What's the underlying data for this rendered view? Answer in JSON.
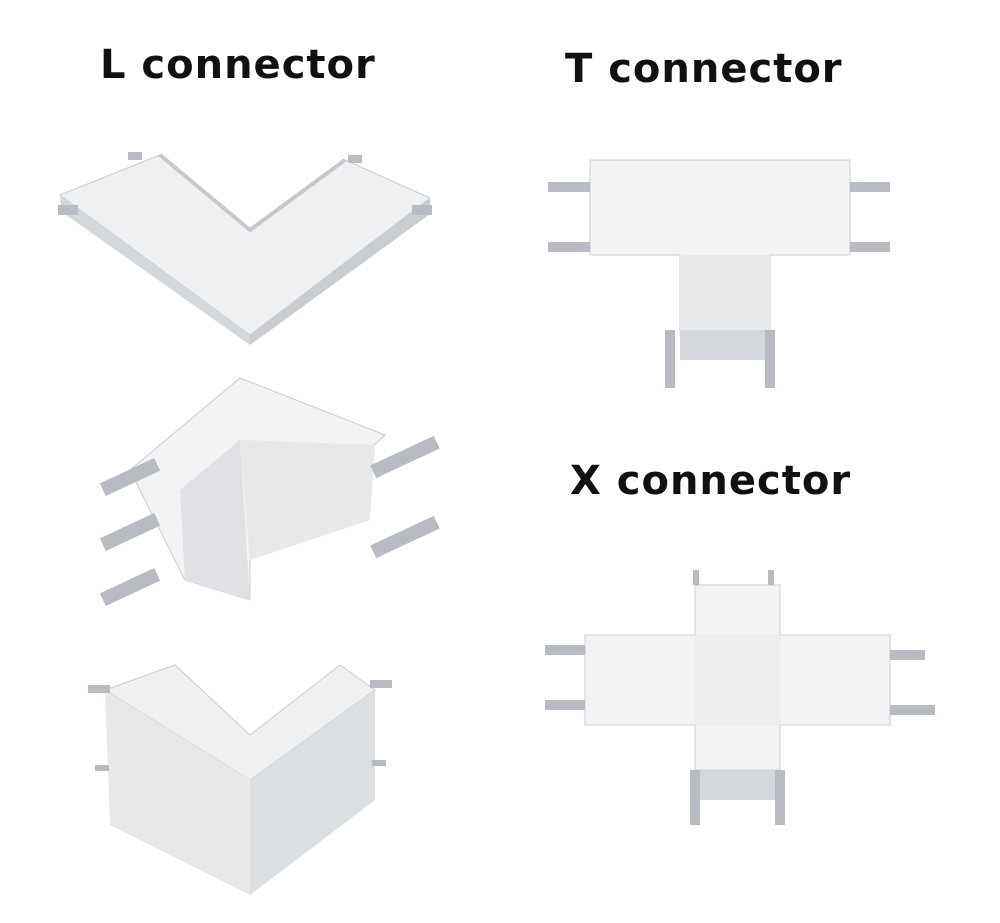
{
  "labels": {
    "l_connector": "L connector",
    "t_connector": "T connector",
    "x_connector": "X connector"
  },
  "colors": {
    "body": "#f2f3f4",
    "face": "#e4e6e8",
    "shadow": "#c9ccd0",
    "bracket": "#b8bcc2",
    "text": "#111111"
  }
}
